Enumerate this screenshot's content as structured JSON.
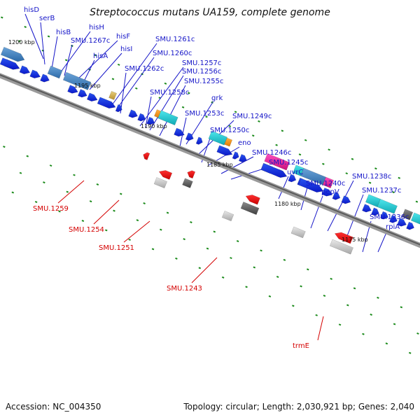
{
  "title": "Streptococcus mutans UA159, complete genome",
  "footer": {
    "accession": "Accession: NC_004350",
    "summary": "Topology: circular; Length: 2,030,921 bp; Genes: 2,040"
  },
  "colors": {
    "forward_cds": "#1428e6",
    "label_forward": "#1515c8",
    "label_reverse": "#d40000",
    "backbone": "#7a7a7a",
    "tick": "#1a8a1a"
  },
  "scale_labels": [
    "1200 kbp",
    "1195 kbp",
    "1190 kbp",
    "1185 kbp",
    "1180 kbp",
    "1175 kbp"
  ],
  "forward_labels": [
    "hisD",
    "serB",
    "hisB",
    "hisH",
    "SMU.1267c",
    "hisF",
    "hisA",
    "hisI",
    "SMU.1261c",
    "SMU.1260c",
    "SMU.1262c",
    "SMU.1257c",
    "SMU.1256c",
    "SMU.1255c",
    "SMU.1258c",
    "grk",
    "SMU.1253c",
    "SMU.1249c",
    "SMU.1250c",
    "eno",
    "SMU.1246c",
    "SMU.1245c",
    "uvrC",
    "SMU.1240c",
    "pepV",
    "SMU.1238c",
    "SMU.1237c",
    "SMU.1236c",
    "rpiA"
  ],
  "reverse_labels": [
    "SMU.1259",
    "SMU.1254",
    "SMU.1251",
    "SMU.1243",
    "trmE"
  ]
}
